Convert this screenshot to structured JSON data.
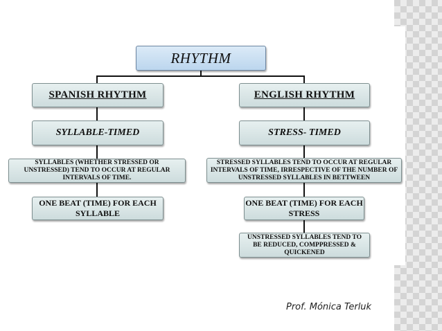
{
  "root": "RHYTHM",
  "left": {
    "title": "SPANISH RHYTHM",
    "type": "SYLLABLE-TIMED",
    "rule": "SYLLABLES (WHETHER STRESSED OR UNSTRESSED) TEND TO OCCUR AT REGULAR INTERVALS OF TIME.",
    "beat": "ONE BEAT (TIME) FOR EACH SYLLABLE"
  },
  "right": {
    "title": "ENGLISH RHYTHM",
    "type": "STRESS- TIMED",
    "rule": "STRESSED SYLLABLES TEND TO OCCUR AT REGULAR INTERVALS OF TIME, IRRESPECTIVE OF THE NUMBER OF UNSTRESSED SYLLABLES IN BETTWEEN",
    "beat": "ONE BEAT (TIME) FOR EACH STRESS",
    "extra": "UNSTRESSED SYLLABLES TEND TO BE REDUCED, COMPPRESSED & QUICKENED"
  },
  "credit": "Prof. Mónica Terluk"
}
